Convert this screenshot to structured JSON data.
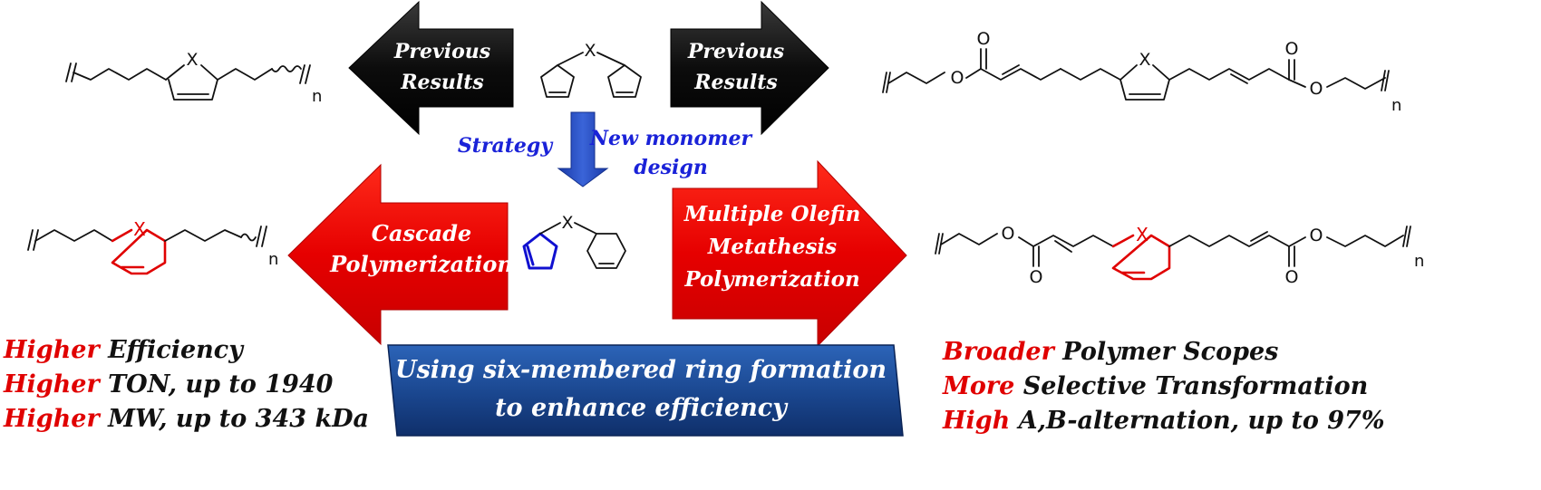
{
  "arrows": {
    "previous_left": [
      "Previous",
      "Results"
    ],
    "previous_right": [
      "Previous",
      "Results"
    ],
    "cascade": [
      "Cascade",
      "Polymerization"
    ],
    "mom": [
      "Multiple Olefin",
      "Metathesis",
      "Polymerization"
    ]
  },
  "strategy": {
    "label": "Strategy",
    "new_design": [
      "New monomer",
      "design"
    ]
  },
  "atoms": {
    "x": "X",
    "o": "O",
    "n": "n"
  },
  "banner": {
    "line1": "Using six-membered ring formation",
    "line2": "to enhance efficiency"
  },
  "left_points": [
    {
      "emph": "Higher",
      "rest": " Efficiency"
    },
    {
      "emph": "Higher",
      "rest": " TON, up to 1940"
    },
    {
      "emph": "Higher",
      "rest": " MW, up to 343 kDa"
    }
  ],
  "right_points": [
    {
      "emph": "Broader",
      "rest": " Polymer Scopes"
    },
    {
      "emph": "More",
      "rest": " Selective Transformation"
    },
    {
      "emph": "High",
      "rest": " A,B-alternation, up to 97%"
    }
  ],
  "colors": {
    "accent_red": "#e00000",
    "black_arrow": "#111111",
    "blue_text": "#1a22d8",
    "banner_blue": "#1f4f9a"
  }
}
